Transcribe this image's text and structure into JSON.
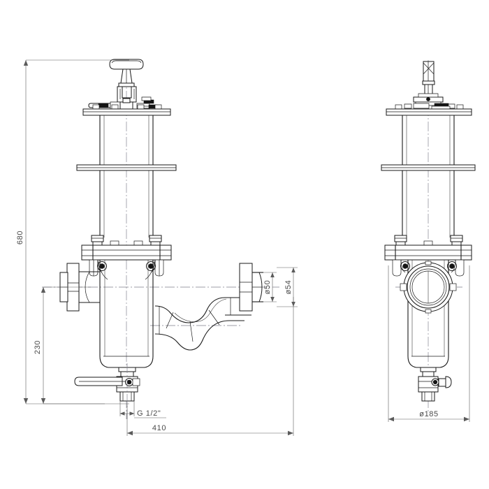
{
  "drawing": {
    "title": "Duplex basket strainer / filter housing — dimensioned technical drawing",
    "background_color": "#ffffff",
    "line_color": "#1a1a1a",
    "dimension_color": "#5b5b5b",
    "centerline_color": "#7d7d8a",
    "views": [
      {
        "id": "front-view",
        "label": "front elevation (section with S-bend bypass pipe)"
      },
      {
        "id": "side-view",
        "label": "side elevation (end view)"
      }
    ]
  },
  "dimensions": {
    "overall_height": {
      "value": "680",
      "orientation": "vertical",
      "position": "far-left",
      "unit_implied": "mm"
    },
    "lower_height": {
      "value": "230",
      "orientation": "vertical",
      "position": "left-inner",
      "unit_implied": "mm"
    },
    "overall_width": {
      "value": "410",
      "orientation": "horizontal",
      "position": "bottom",
      "unit_implied": "mm"
    },
    "port_bore": {
      "value": "ø50",
      "orientation": "vertical",
      "position": "right-of-front-view",
      "unit_implied": "mm"
    },
    "port_outside": {
      "value": "ø54",
      "orientation": "vertical",
      "position": "right-of-front-view",
      "unit_implied": "mm"
    },
    "body_diameter": {
      "value": "ø185",
      "orientation": "horizontal",
      "position": "bottom-of-side-view",
      "unit_implied": "mm"
    },
    "drain_thread": {
      "value": "G  1/2\"",
      "orientation": "horizontal",
      "position": "bottom-center-leader",
      "unit_implied": "inch BSP"
    }
  },
  "components": {
    "t_handle": "t-handle-clamp-screw",
    "top_plate": "top-cover-plate",
    "upper_column": "upper-support-column",
    "mid_plate": "mounting-plate",
    "flange_joint": "bolted-flange-joint",
    "bowl": "filter-bowl",
    "inlet_flange": "inlet-flange-left",
    "outlet_flange": "outlet-flange-right",
    "s_bend": "s-bend-bypass-pipe",
    "drain_valve": "ball-drain-valve",
    "sight_port": "circular-port-face"
  }
}
